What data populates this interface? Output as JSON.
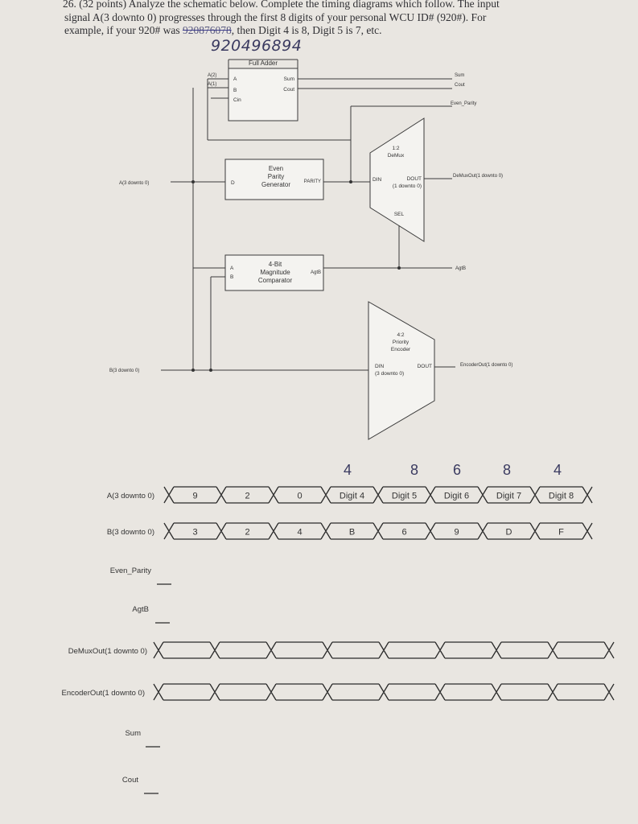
{
  "question": {
    "line1": "26. (32 points) Analyze the schematic below. Complete the timing diagrams which follow. The input",
    "line2": "signal A(3 downto 0) progresses through the first 8 digits of your personal WCU ID# (920#). For",
    "line3a": "example, if your 920# was ",
    "line3_struck": "920876078",
    "line3b": ", then Digit 4 is 8, Digit 5 is 7, etc."
  },
  "handwritten_id": "920496894",
  "schematic": {
    "full_adder": {
      "title": "Full Adder",
      "in_a": "A",
      "in_b": "B",
      "in_cin": "Cin",
      "out_sum": "Sum",
      "out_cout": "Cout"
    },
    "net_a2": "A(2)",
    "net_a1": "A(1)",
    "sum_out": "Sum",
    "cout_out": "Cout",
    "even_parity_out": "Even_Parity",
    "parity_gen": {
      "line1": "Even",
      "line2": "Parity",
      "line3": "Generator",
      "in_d": "D",
      "out": "PARITY"
    },
    "a_input": "A(3 downto 0)",
    "demux": {
      "line1": "1:2",
      "line2": "DeMux",
      "din": "DIN",
      "dout": "DOUT",
      "dout_range": "(1 downto 0)",
      "sel": "SEL"
    },
    "demux_out": "DeMuxOut(1 downto 0)",
    "comparator": {
      "line1": "4-Bit",
      "line2": "Magnitude",
      "line3": "Comparator",
      "in_a": "A",
      "in_b": "B",
      "out": "AgtB"
    },
    "agtb_out": "AgtB",
    "encoder": {
      "line1": "4:2",
      "line2": "Priority",
      "line3": "Encoder",
      "din": "DIN",
      "din_range": "(3 downto 0)",
      "dout": "DOUT"
    },
    "encoder_out": "EncoderOut(1 downto 0)",
    "b_input": "B(3 downto 0)"
  },
  "timing": {
    "handwritten_digits": [
      "4",
      "8",
      "6",
      "8",
      "4"
    ],
    "a_label": "A(3 downto 0)",
    "a_values": [
      "9",
      "2",
      "0",
      "Digit 4",
      "Digit 5",
      "Digit 6",
      "Digit 7",
      "Digit 8"
    ],
    "b_label": "B(3 downto 0)",
    "b_values": [
      "3",
      "2",
      "4",
      "B",
      "6",
      "9",
      "D",
      "F"
    ],
    "even_parity_label": "Even_Parity",
    "agtb_label": "AgtB",
    "demux_label": "DeMuxOut(1 downto 0)",
    "encoder_label": "EncoderOut(1 downto 0)",
    "sum_label": "Sum",
    "cout_label": "Cout"
  }
}
